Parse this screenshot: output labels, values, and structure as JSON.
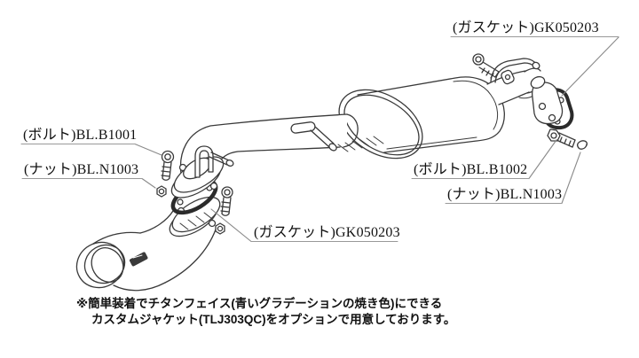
{
  "colors": {
    "background": "#ffffff",
    "line": "#3a3a3a",
    "gasket_line": "#2b2b2b",
    "label_text": "#111111",
    "underline": "#999999",
    "leader": "#8a8a8a"
  },
  "labels": {
    "gasket_top": "(ガスケット)GK050203",
    "bolt_left": "(ボルト)BL.B1001",
    "nut_left": "(ナット)BL.N1003",
    "gasket_mid": "(ガスケット)GK050203",
    "bolt_right": "(ボルト)BL.B1002",
    "nut_right": "(ナット)BL.N1003"
  },
  "note": {
    "line1": "※簡単装着でチタンフェイス(青いグラデーションの焼き色)にできる",
    "line2": "カスタムジャケット(TLJ303QC)をオプションで用意しております。"
  },
  "parts": [
    "rear-muffler",
    "inlet-pipe",
    "tailpipe-tip",
    "flange-joint",
    "exhaust-gasket",
    "inlet-flange",
    "inlet-gasket",
    "hanger-rod",
    "bolt",
    "nut",
    "brand-badge"
  ]
}
